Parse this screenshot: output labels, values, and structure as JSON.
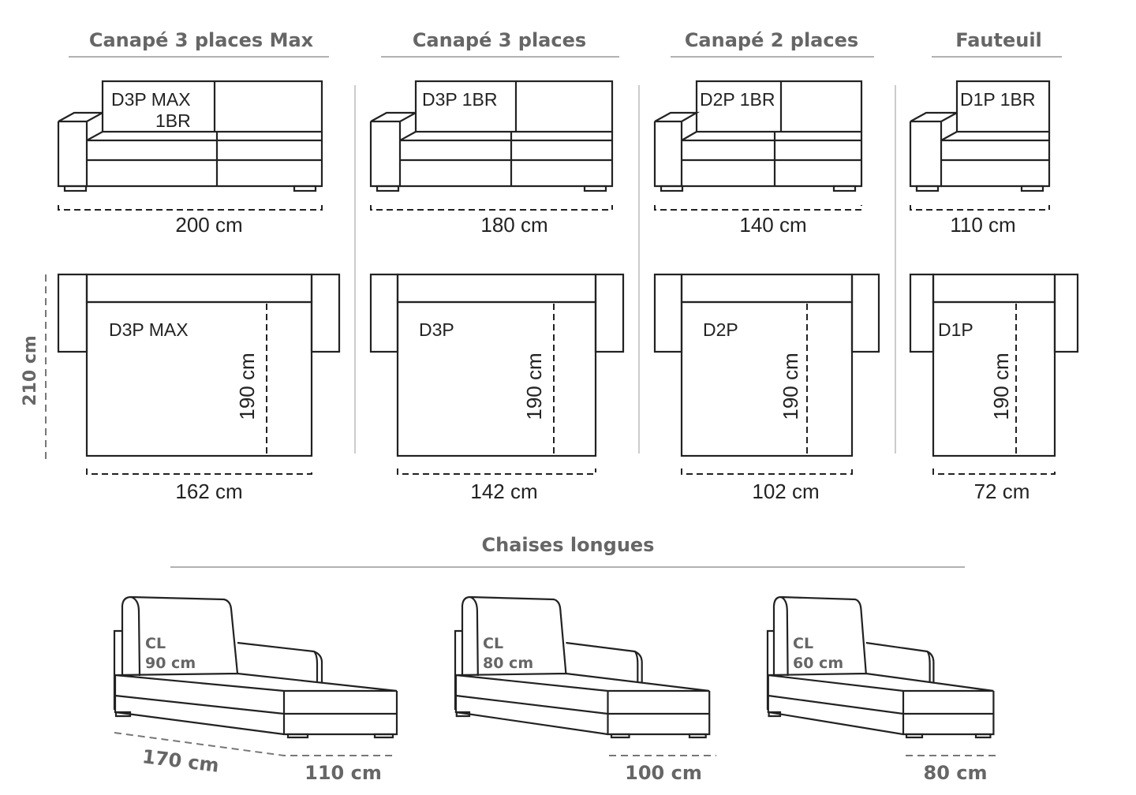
{
  "sections": [
    {
      "title": "Canapé 3 places Max",
      "front_label_1": "D3P MAX",
      "front_label_2": "1BR",
      "width": "200 cm",
      "top_label": "D3P MAX",
      "depth": "190 cm",
      "seat_width": "162 cm"
    },
    {
      "title": "Canapé 3 places",
      "front_label_1": "D3P 1BR",
      "front_label_2": "",
      "width": "180 cm",
      "top_label": "D3P",
      "depth": "190 cm",
      "seat_width": "142 cm"
    },
    {
      "title": "Canapé 2 places",
      "front_label_1": "D2P 1BR",
      "front_label_2": "",
      "width": "140 cm",
      "top_label": "D2P",
      "depth": "190 cm",
      "seat_width": "102 cm"
    },
    {
      "title": "Fauteuil",
      "front_label_1": "D1P 1BR",
      "front_label_2": "",
      "width": "110 cm",
      "top_label": "D1P",
      "depth": "190 cm",
      "seat_width": "72 cm"
    }
  ],
  "total_depth": "210 cm",
  "chaises": {
    "title": "Chaises longues",
    "items": [
      {
        "code": "CL",
        "size": "90 cm",
        "length": "170 cm",
        "width": "110 cm"
      },
      {
        "code": "CL",
        "size": "80 cm",
        "width": "100 cm"
      },
      {
        "code": "CL",
        "size": "60 cm",
        "width": "80 cm"
      }
    ]
  }
}
